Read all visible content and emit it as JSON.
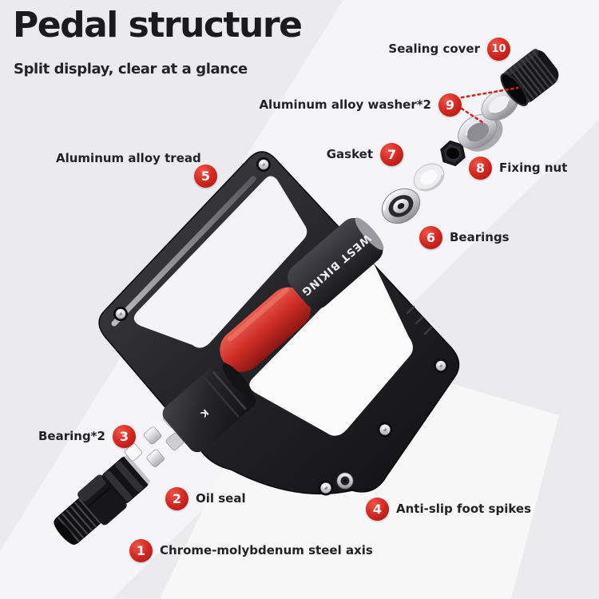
{
  "header": {
    "title": "Pedal structure",
    "subtitle": "Split display, clear at a glance"
  },
  "pedal": {
    "brand_text": "WEST BIKING",
    "mark": "K"
  },
  "parts": [
    {
      "num": "1",
      "label": "Chrome-molybdenum steel axis"
    },
    {
      "num": "2",
      "label": "Oil seal"
    },
    {
      "num": "3",
      "label": "Bearing*2"
    },
    {
      "num": "4",
      "label": "Anti-slip foot spikes"
    },
    {
      "num": "5",
      "label": "Aluminum alloy tread"
    },
    {
      "num": "6",
      "label": "Bearings"
    },
    {
      "num": "7",
      "label": "Gasket"
    },
    {
      "num": "8",
      "label": "Fixing nut"
    },
    {
      "num": "9",
      "label": "Aluminum alloy washer*2"
    },
    {
      "num": "10",
      "label": "Sealing cover"
    }
  ],
  "colors": {
    "accent_red": "#cf201d",
    "pedal_dark": "#1d1d20",
    "axle_red": "#c5342e",
    "silver": "#d8d8dc",
    "background": "#ebebed"
  }
}
